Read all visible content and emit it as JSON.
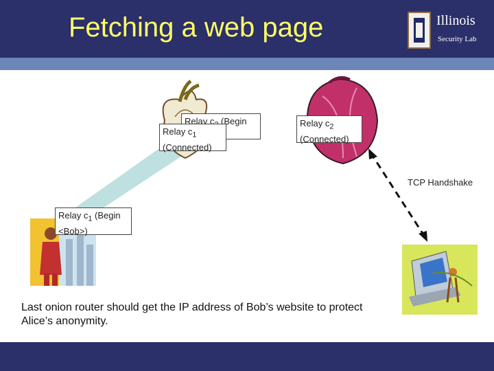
{
  "slide": {
    "title": "Fetching a web page",
    "logo": {
      "name": "Illinois",
      "subtitle": "Security Lab"
    },
    "boxes": {
      "relay_begin_back": {
        "prefix": "Relay c",
        "sub": "2",
        "suffix": " (Begin"
      },
      "relay_c1_connected": {
        "prefix": "Relay c",
        "sub": "1",
        "line2": "(Connected)"
      },
      "relay_c2_connected": {
        "prefix": "Relay c",
        "sub": "2",
        "line2": "(Connected)"
      },
      "relay_c1_begin": {
        "prefix": "Relay c",
        "sub": "1",
        "suffix": " (Begin",
        "line2": "<Bob>)"
      }
    },
    "tcp_label": "TCP Handshake",
    "note": "Last onion router should get the IP address of Bob’s website to protect Alice’s anonymity."
  },
  "colors": {
    "header": "#2b2f6a",
    "stripe": "#6d86b8",
    "title": "#ffff66",
    "tunnel": "#bfe0e0",
    "onion": "#c2306a"
  }
}
